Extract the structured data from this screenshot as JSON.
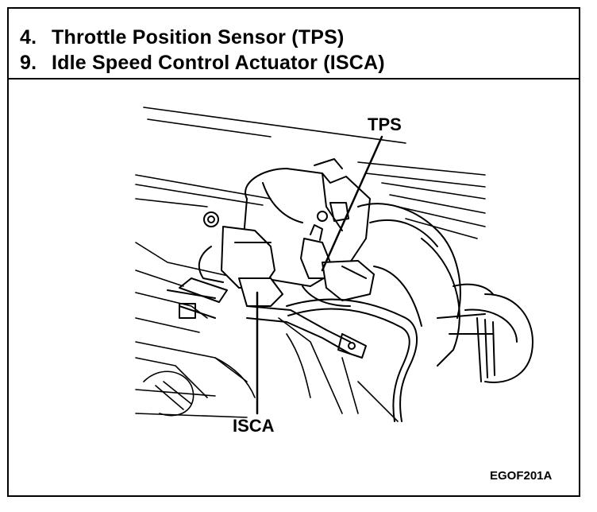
{
  "legend": [
    {
      "number": "4.",
      "text": "Throttle Position Sensor (TPS)"
    },
    {
      "number": "9.",
      "text": "Idle Speed Control Actuator (ISCA)"
    }
  ],
  "callouts": {
    "tps": "TPS",
    "isca": "ISCA"
  },
  "figure_code": "EGOF201A",
  "colors": {
    "ink": "#000000",
    "paper": "#ffffff"
  }
}
